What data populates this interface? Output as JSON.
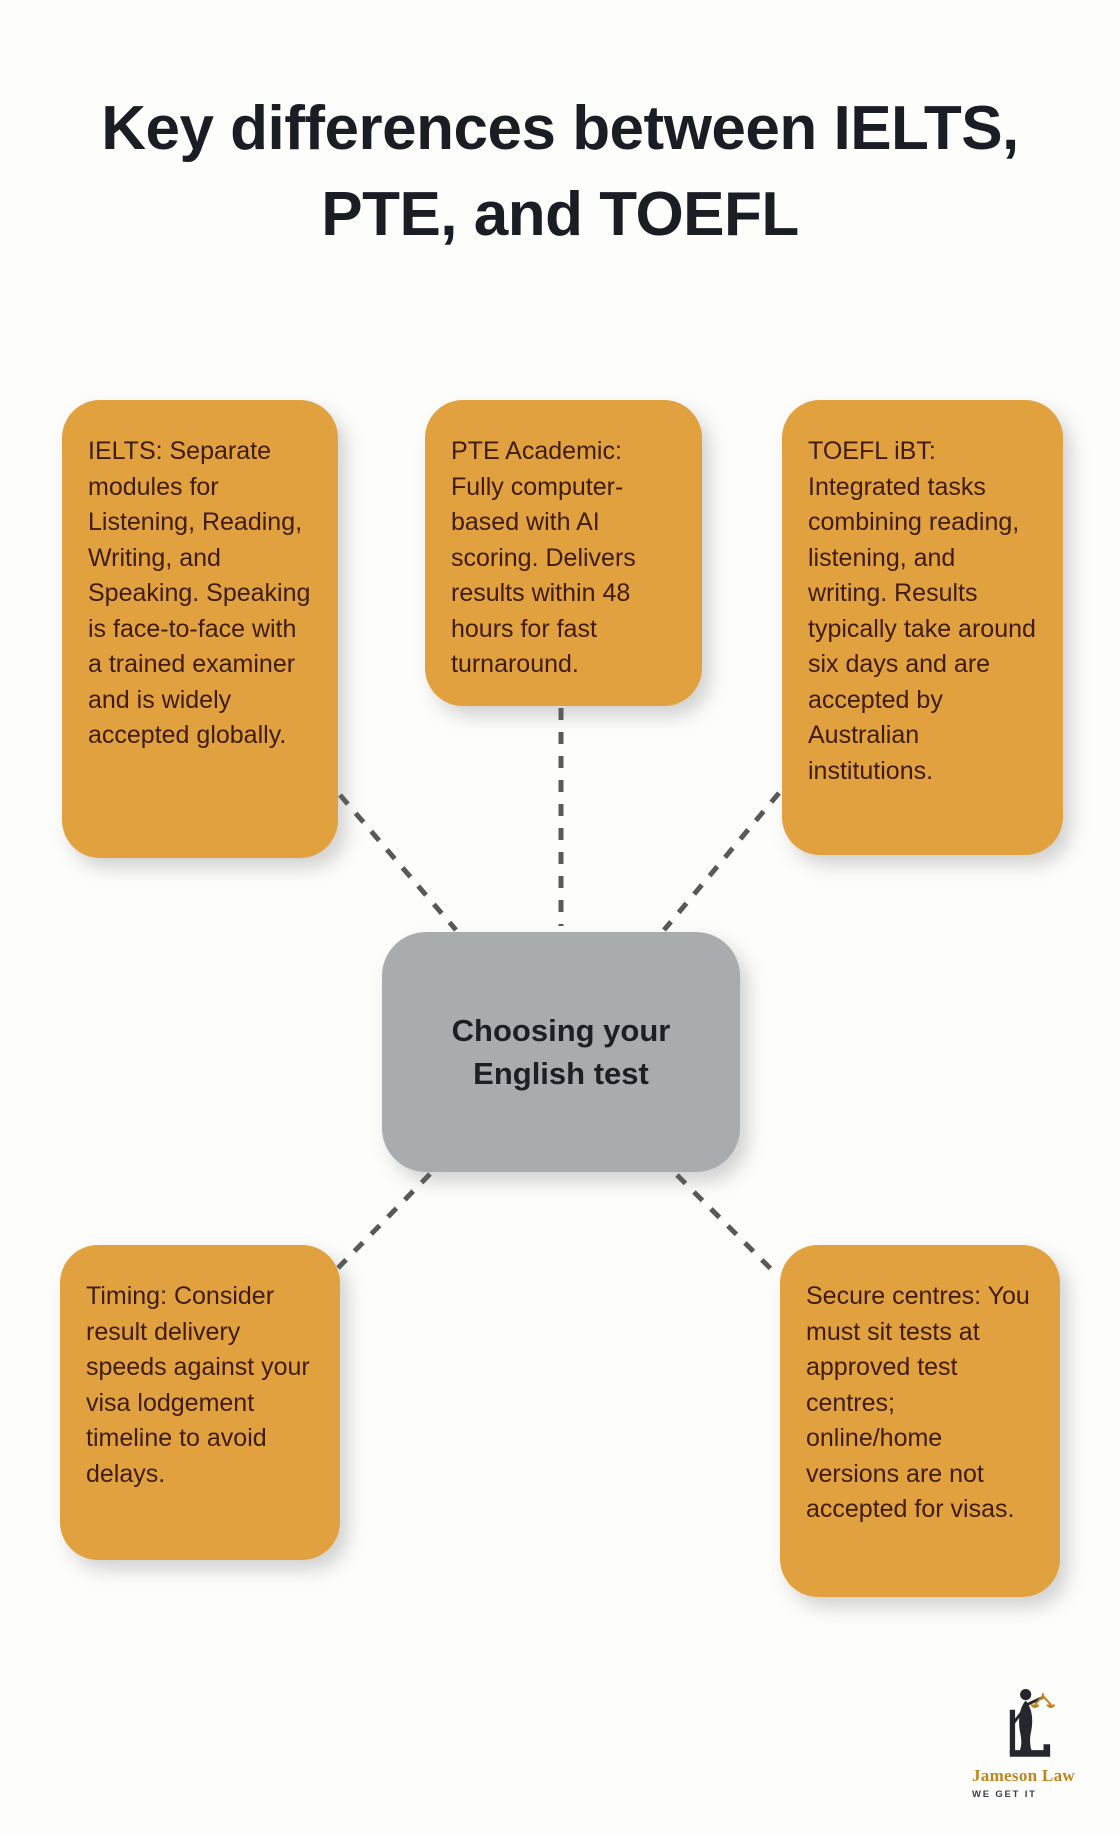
{
  "title": {
    "lines": [
      "Key differences between IELTS,",
      "PTE, and TOEFL"
    ]
  },
  "center_node": {
    "lines": [
      "Choosing your",
      "English test"
    ]
  },
  "nodes": {
    "ielts": {
      "text": "IELTS: Separate modules for Listening, Reading, Writing, and Speaking. Speaking is face-to-face with a trained examiner and is widely accepted globally."
    },
    "pte": {
      "text": "PTE Academic: Fully computer-based with AI scoring. Delivers results within 48 hours for fast turnaround."
    },
    "toefl": {
      "text": "TOEFL iBT: Integrated tasks combining reading, listening, and writing. Results typically take around six days and are accepted by Australian institutions."
    },
    "timing": {
      "text": "Timing: Consider result delivery speeds against your visa lodgement timeline to avoid delays."
    },
    "secure_centres": {
      "text": "Secure centres: You must sit tests at approved test centres; online/home versions are not accepted for visas."
    }
  },
  "logo": {
    "name": "Jameson Law",
    "tagline": "WE GET IT"
  },
  "colors": {
    "card_orange": "#E1A13E",
    "card_text": "#3E1C14",
    "center_gray": "#A9ACAE",
    "heading_text": "#1B1D25",
    "connector_gray": "#595959",
    "logo_gold": "#C0841C",
    "background": "#FDFDFC"
  }
}
